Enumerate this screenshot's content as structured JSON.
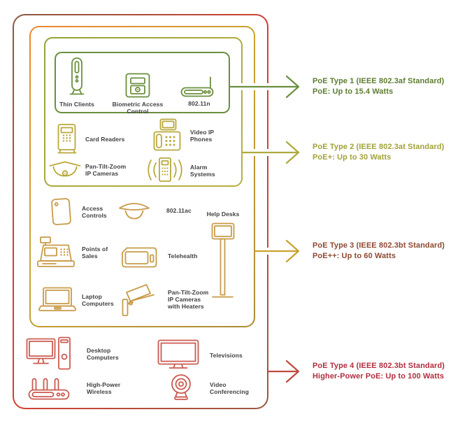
{
  "colors": {
    "type1": "#6B8F3F",
    "type2": "#ADAA3C",
    "type2-dark": "#93A139",
    "type2-light": "#B8B13E",
    "type3": "#C9A22E",
    "type3-orange": "#EE872F",
    "type3-bronze": "#AD8B33",
    "type4-red": "#E03A2F",
    "type4-brown": "#8A5A42",
    "type4-corner": "#9A5843",
    "arrow4": "#C04B3D",
    "text1": "#5D7C31",
    "text2": "#A2A23A",
    "text3": "#8E4931",
    "text4": "#B12F40",
    "device-text": "#3F3F40",
    "icon2": "#B9A83C",
    "icon3": "#C89B49",
    "icon4": "#CB5B52"
  },
  "sections": [
    {
      "name": "PoE Type 1",
      "poe_line1": "PoE Type 1 (IEEE 802.3af Standard)",
      "poe_line2": "PoE: Up to 15.4 Watts",
      "devices": [
        {
          "icon": "thin-client-icon",
          "label": "Thin Clients"
        },
        {
          "icon": "biometric-access-icon",
          "label": "Biometric Access\nControl"
        },
        {
          "icon": "wireless-router-icon",
          "label": "802.11n"
        }
      ]
    },
    {
      "name": "PoE Type 2",
      "poe_line1": "PoE Type 2 (IEEE 802.3at Standard)",
      "poe_line2": "PoE+: Up to 30 Watts",
      "devices": [
        {
          "icon": "card-reader-icon",
          "label": "Card Readers"
        },
        {
          "icon": "video-ip-phone-icon",
          "label": "Video IP\nPhones"
        },
        {
          "icon": "dome-camera-icon",
          "label": "Pan-Tilt-Zoom\nIP Cameras"
        },
        {
          "icon": "alarm-keypad-icon",
          "label": "Alarm\nSystems"
        }
      ]
    },
    {
      "name": "PoE Type 3",
      "poe_line1": "PoE Type 3 (IEEE 802.3bt Standard)",
      "poe_line2": "PoE++: Up to 60 Watts",
      "devices": [
        {
          "icon": "access-control-icon",
          "label": "Access\nControls"
        },
        {
          "icon": "access-point-icon",
          "label": "802.11ac"
        },
        {
          "icon": "help-desk-kiosk-icon",
          "label": "Help Desks"
        },
        {
          "icon": "point-of-sale-icon",
          "label": "Points of\nSales"
        },
        {
          "icon": "telehealth-icon",
          "label": "Telehealth"
        },
        {
          "icon": "laptop-icon",
          "label": "Laptop\nComputers"
        },
        {
          "icon": "cctv-camera-icon",
          "label": "Pan-Tilt-Zoom\nIP Cameras\nwith Heaters"
        }
      ]
    },
    {
      "name": "PoE Type 4",
      "poe_line1": "PoE Type 4 (IEEE 802.3bt Standard)",
      "poe_line2": "Higher-Power PoE: Up to 100 Watts",
      "devices": [
        {
          "icon": "desktop-computer-icon",
          "label": "Desktop\nComputers"
        },
        {
          "icon": "television-icon",
          "label": "Televisions"
        },
        {
          "icon": "high-power-wireless-icon",
          "label": "High-Power\nWireless"
        },
        {
          "icon": "webcam-icon",
          "label": "Video\nConferencing"
        }
      ]
    }
  ]
}
